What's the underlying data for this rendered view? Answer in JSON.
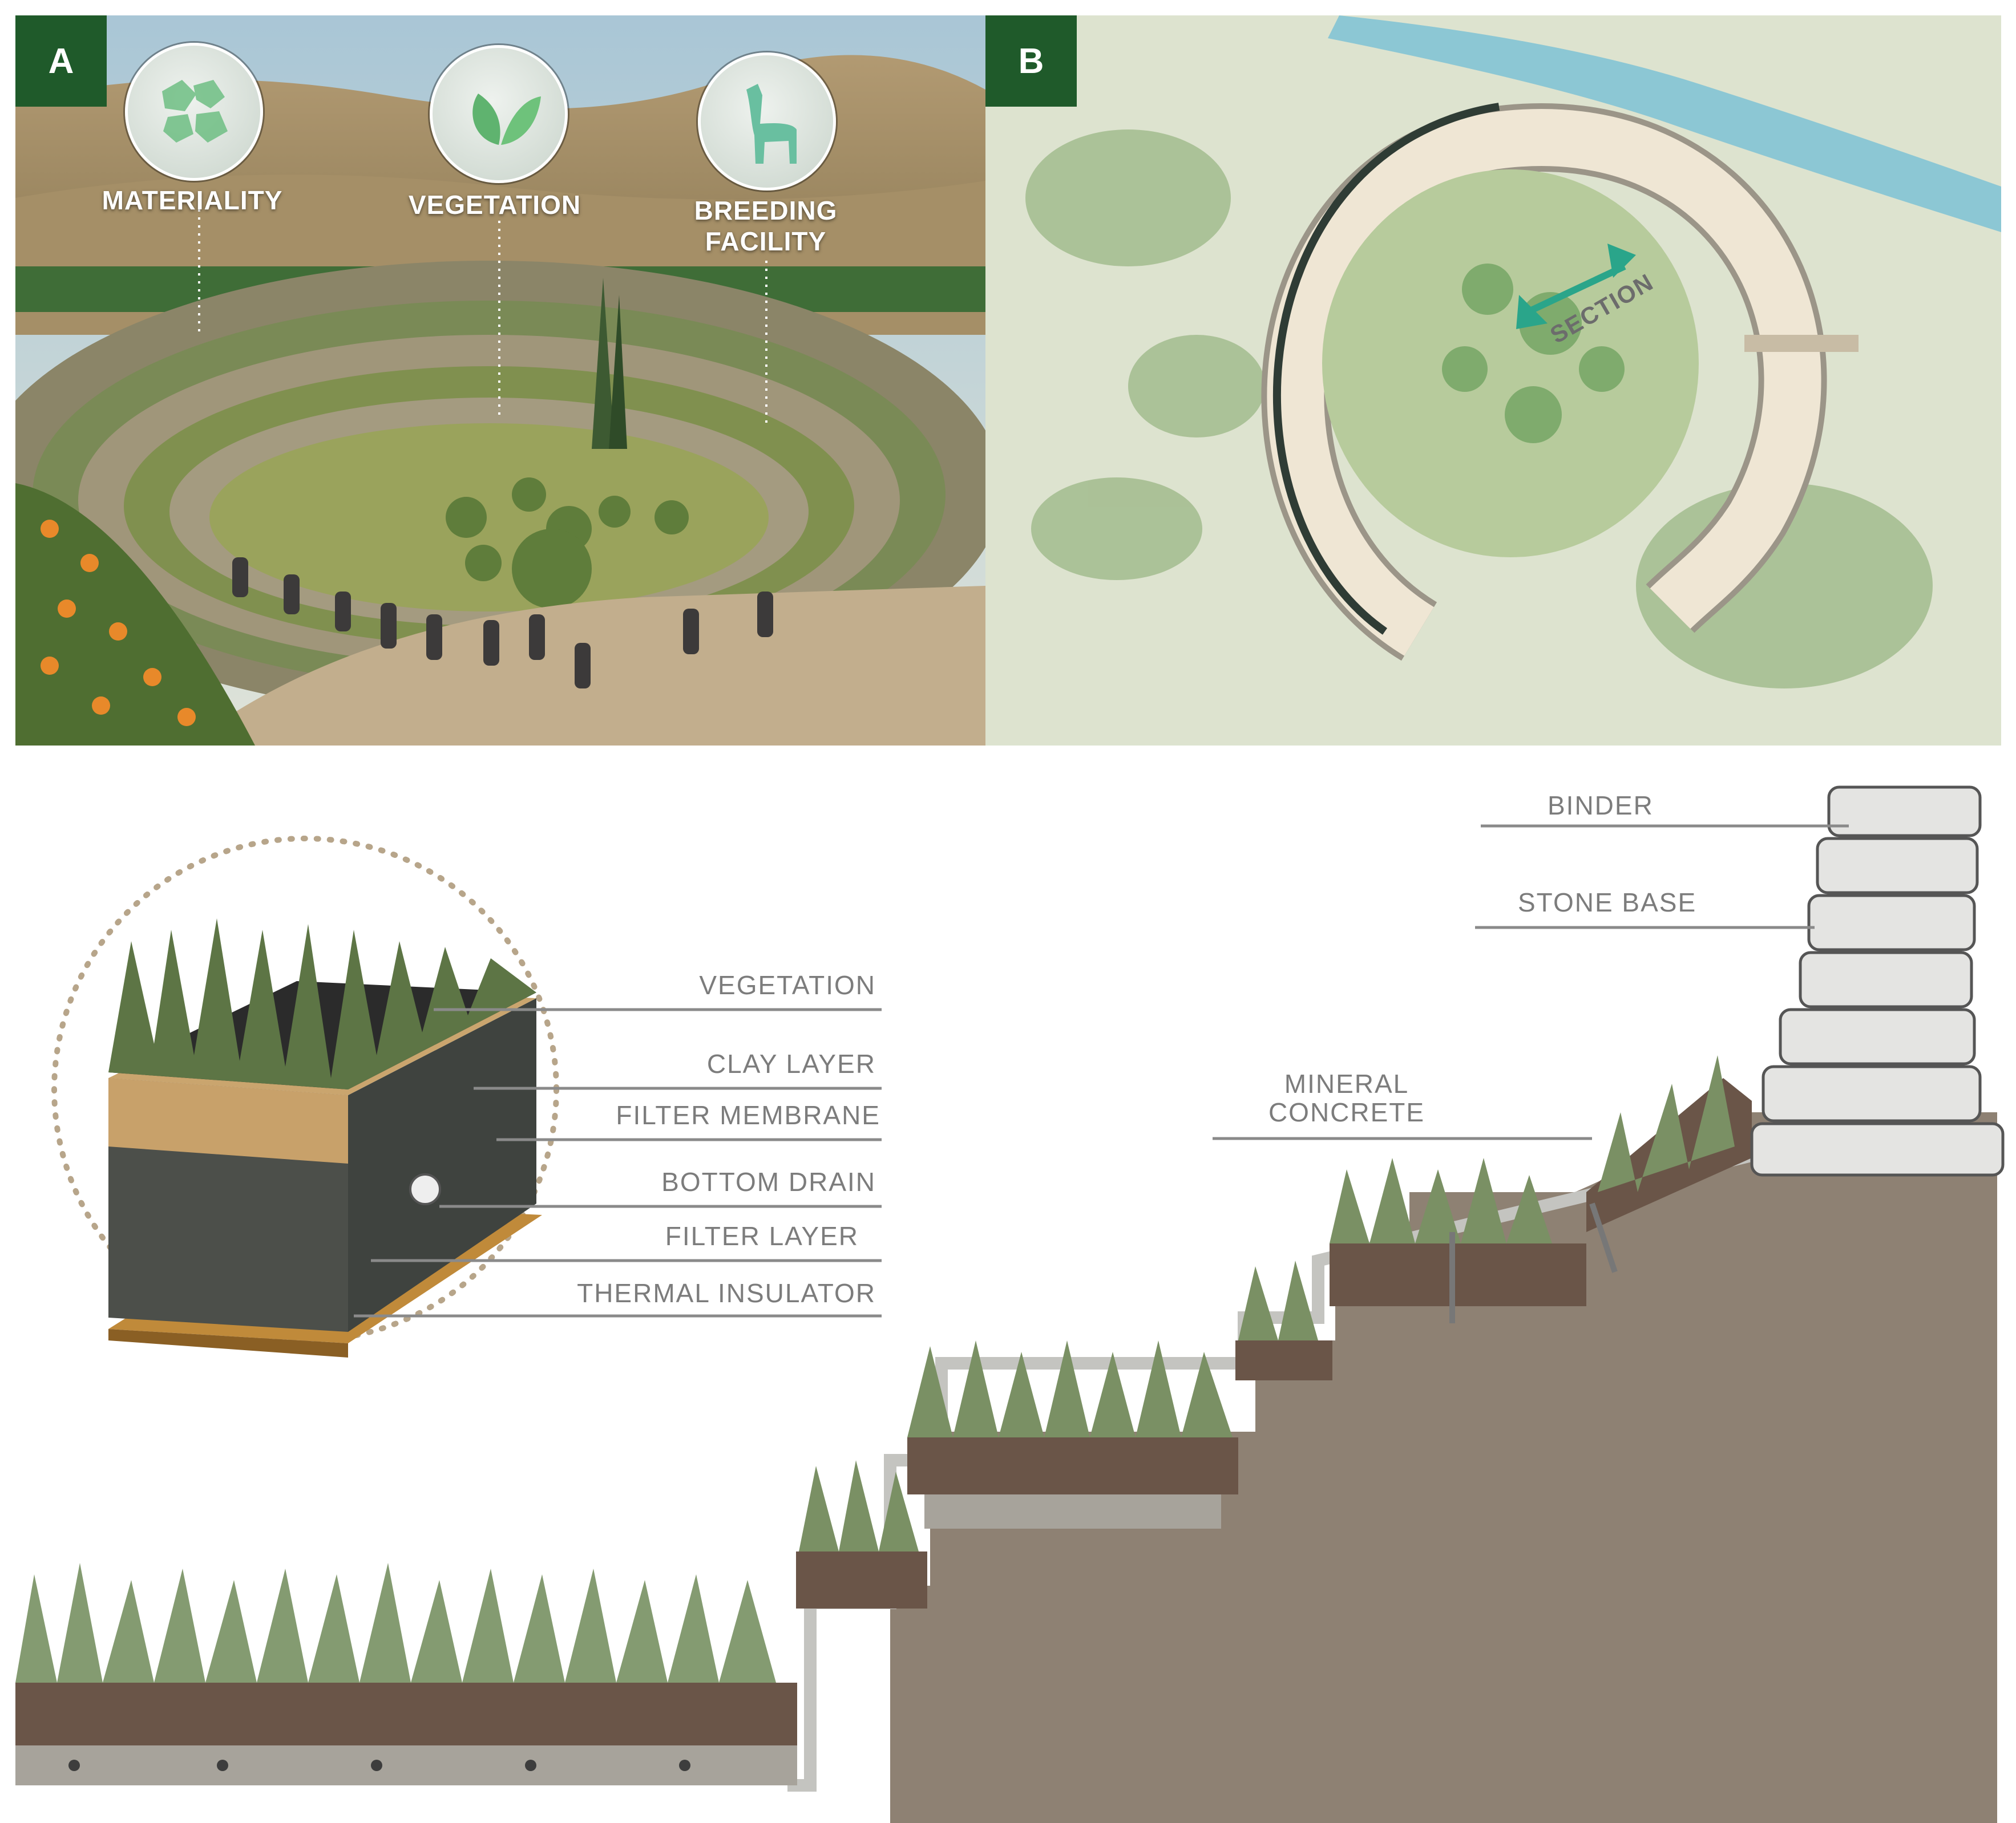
{
  "panel_a": {
    "badge": "A",
    "icons": [
      {
        "label": "MATERIALITY",
        "icon": "stones-icon"
      },
      {
        "label": "VEGETATION",
        "icon": "leaves-icon"
      },
      {
        "label": "BREEDING FACILITY",
        "icon": "alpaca-icon"
      }
    ]
  },
  "panel_b": {
    "badge": "B",
    "section_label": "SECTION"
  },
  "detail": {
    "layers": [
      "VEGETATION",
      "CLAY LAYER",
      "FILTER MEMBRANE",
      "BOTTOM DRAIN",
      "FILTER LAYER",
      "THERMAL INSULATOR"
    ]
  },
  "section": {
    "binder": "BINDER",
    "stone_base": "STONE BASE",
    "mineral_concrete": "MINERAL CONCRETE"
  },
  "colors": {
    "badge_green": "#1f5a2a",
    "section_arrow": "#2aa58a",
    "label_gray": "#7c7c7c",
    "soil": "#6a5548",
    "ground": "#8e8173"
  }
}
